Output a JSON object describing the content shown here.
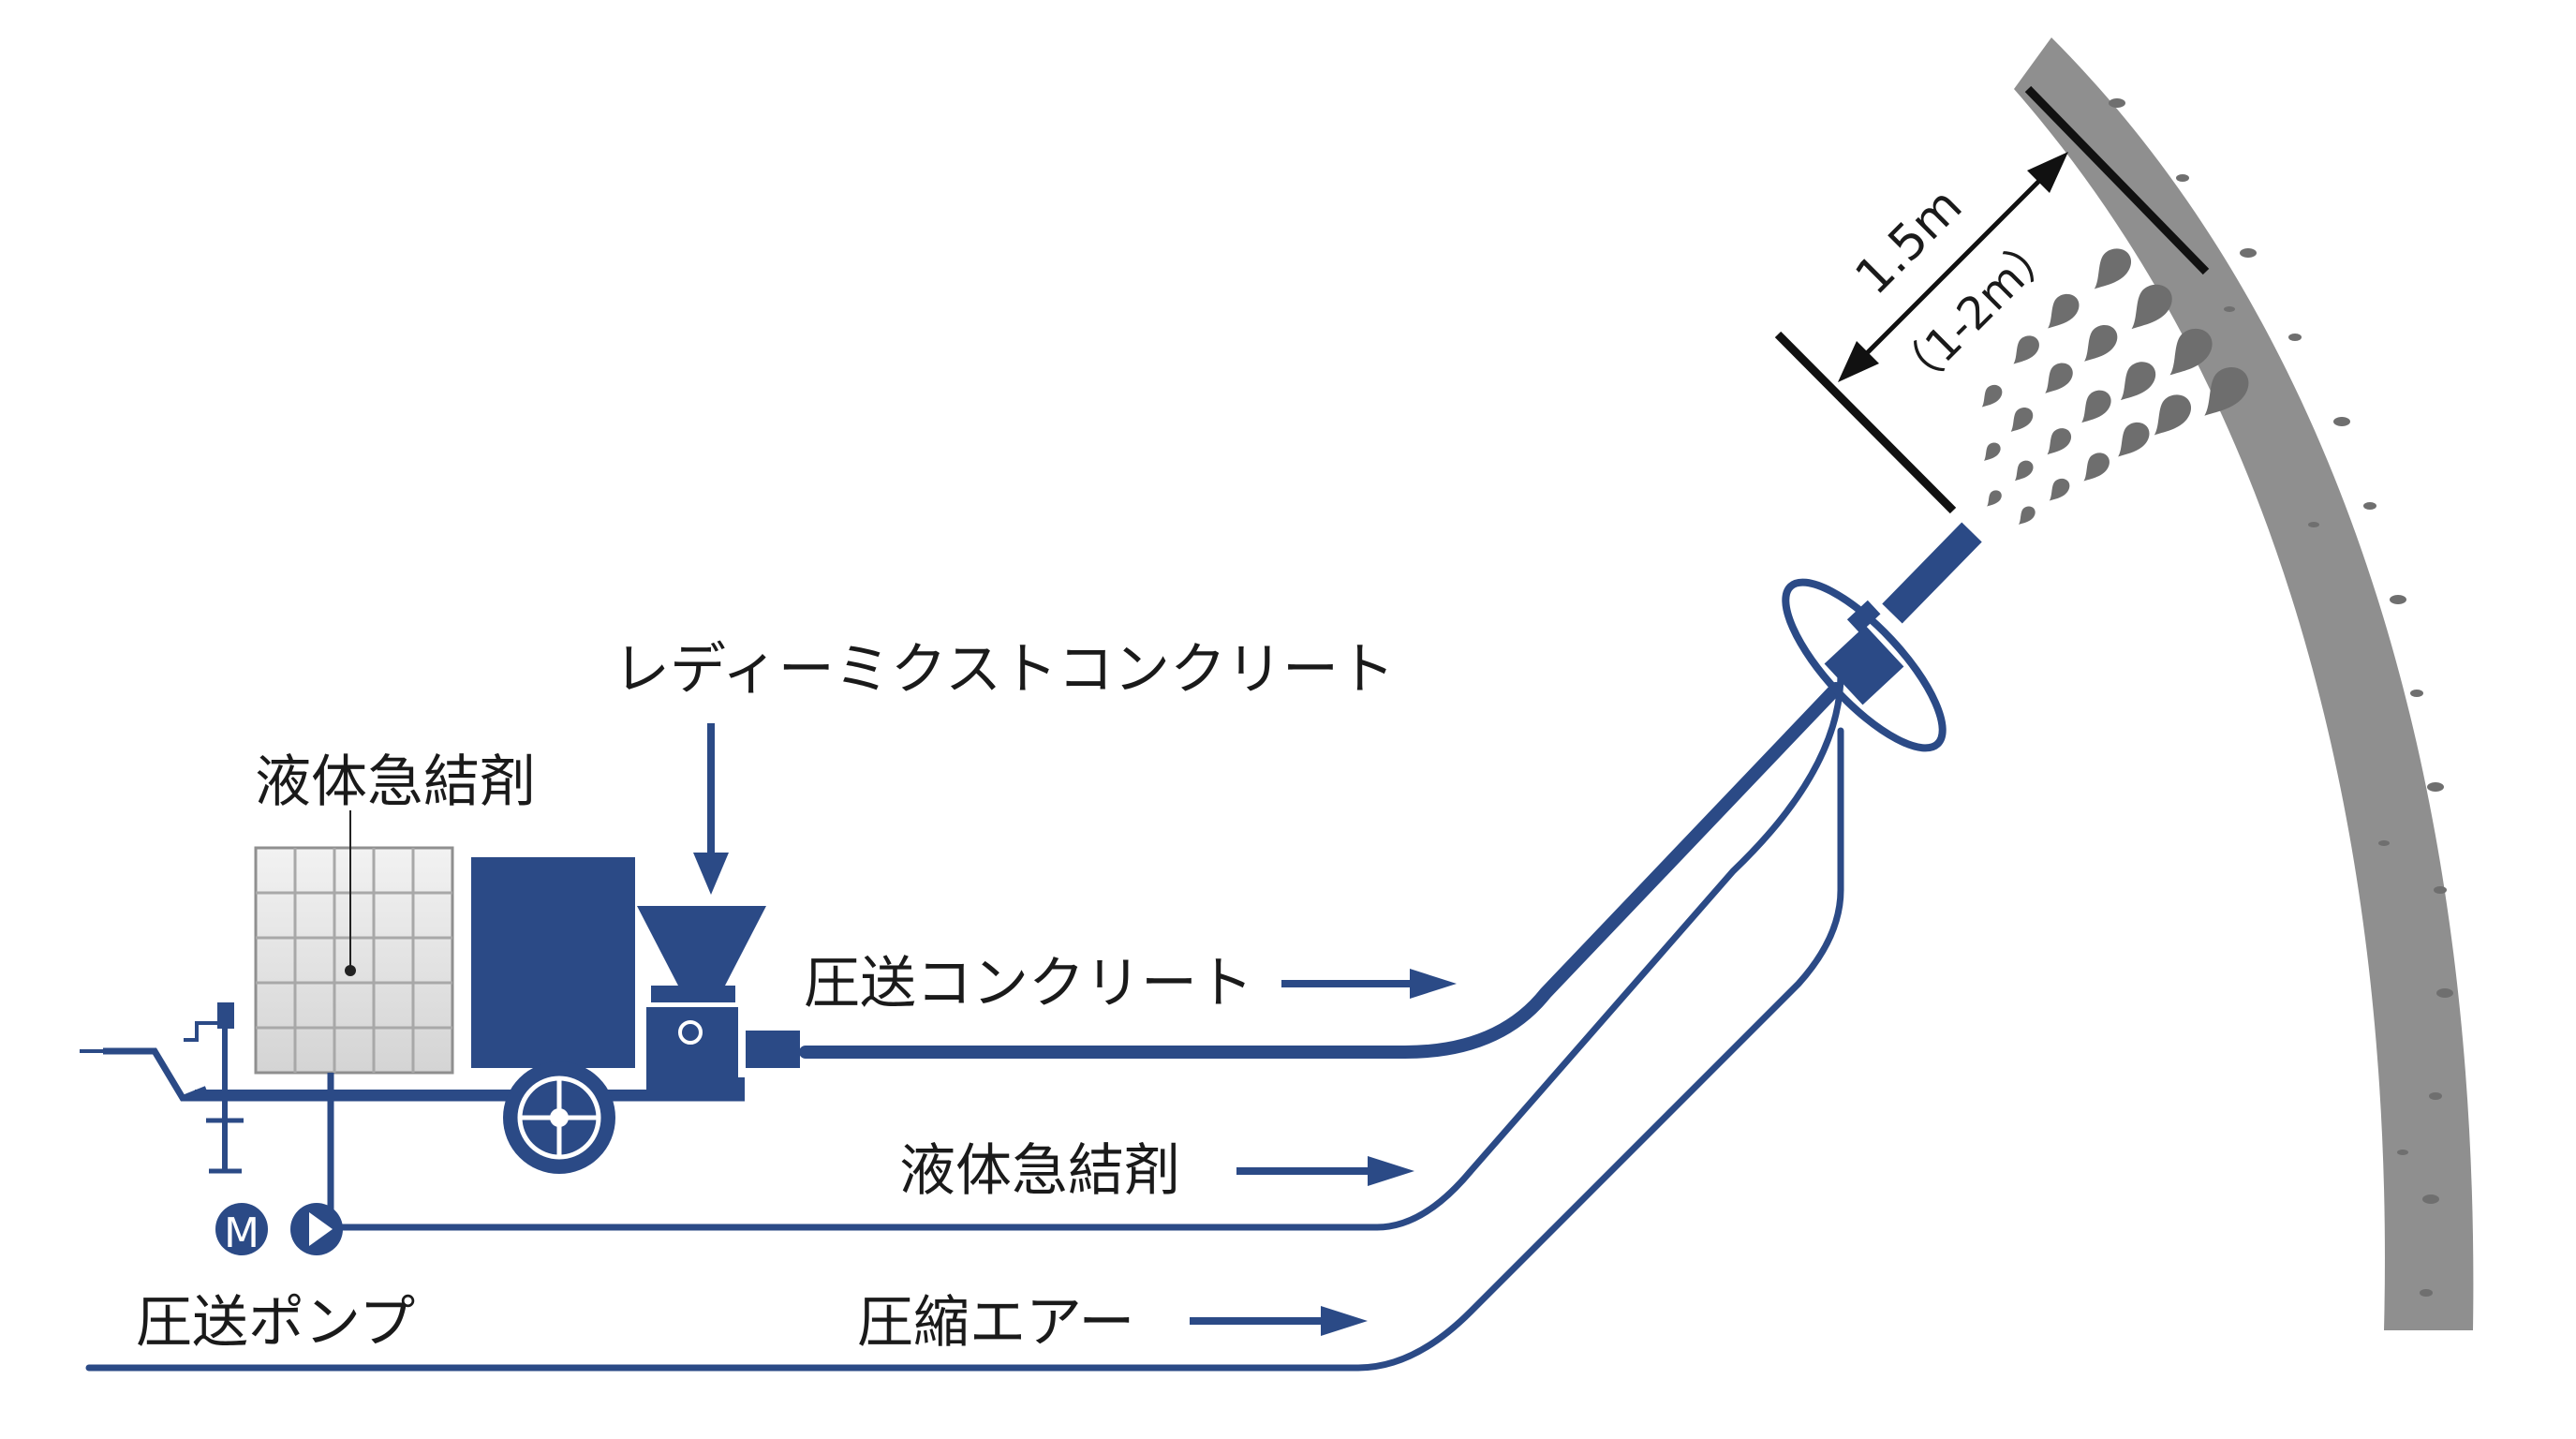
{
  "labels": {
    "ready_mixed_concrete": "レディーミクストコンクリート",
    "liquid_accelerator_tank": "液体急結剤",
    "pumped_concrete": "圧送コンクリート",
    "liquid_accelerator_line": "液体急結剤",
    "compressed_air": "圧縮エアー",
    "pump": "圧送ポンプ",
    "distance": "1.5m",
    "distance_range": "（1-2m）",
    "motor_symbol": "M"
  },
  "colors": {
    "pipe": "#2b4a86",
    "rock": "#8f8f8f",
    "spray": "#6e6e6e",
    "tank_grid": "#bcbcbc",
    "text": "#1a1a1a"
  }
}
